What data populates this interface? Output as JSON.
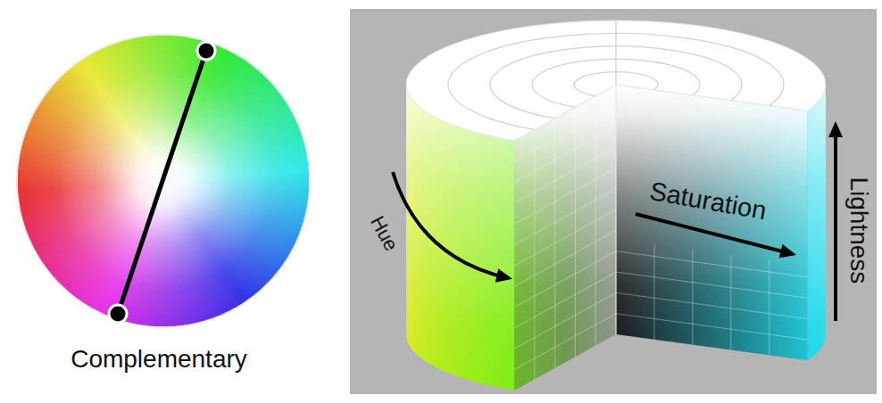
{
  "diagram": {
    "labels": [
      "Complementary",
      "Hue",
      "Saturation",
      "Lightness"
    ]
  }
}
